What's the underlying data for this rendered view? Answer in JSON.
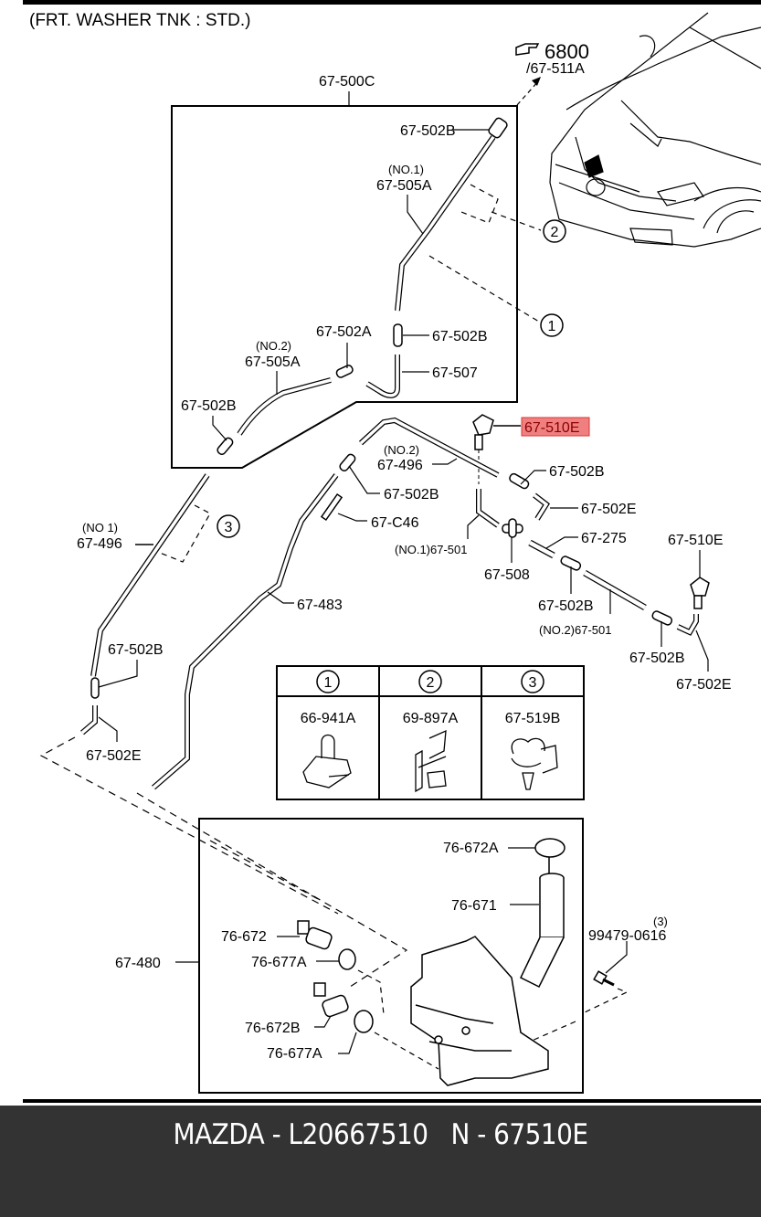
{
  "diagram": {
    "title": "(FRT. WASHER TNK : STD.)",
    "reference": {
      "arrow_label": "6800",
      "sub_label": "/67-511A"
    },
    "highlight_color": "#f08080",
    "parts": {
      "p_500c": "67-500C",
      "p_502b_top": "67-502B",
      "p_505a_no1_note": "(NO.1)",
      "p_505a_no1": "67-505A",
      "p_502a": "67-502A",
      "p_502b_mid": "67-502B",
      "p_505a_no2_note": "(NO.2)",
      "p_505a_no2": "67-505A",
      "p_507": "67-507",
      "p_502b_left": "67-502B",
      "p_510e_selected": "67-510E",
      "p_496_no2_note": "(NO.2)",
      "p_496_no2": "67-496",
      "p_502b_center": "67-502B",
      "p_502b_right": "67-502B",
      "p_502e_right": "67-502E",
      "p_c46": "67-C46",
      "p_501_no1": "(NO.1)67-501",
      "p_275": "67-275",
      "p_508": "67-508",
      "p_510e_right": "67-510E",
      "p_502b_lower": "67-502B",
      "p_501_no2": "(NO.2)67-501",
      "p_502b_far": "67-502B",
      "p_502e_far": "67-502E",
      "p_496_no1_note": "(NO 1)",
      "p_496_no1": "67-496",
      "p_483": "67-483",
      "p_502b_lowleft": "67-502B",
      "p_502e_lowleft": "67-502E",
      "p_672a": "76-672A",
      "p_671": "76-671",
      "p_672": "76-672",
      "p_677a_1": "76-677A",
      "p_672b": "76-672B",
      "p_677a_2": "76-677A",
      "p_480": "67-480",
      "p_bolt": "99479-0616",
      "p_bolt_qty": "(3)"
    },
    "callouts": {
      "c1": "1",
      "c2": "2",
      "c3": "3"
    },
    "legend_table": [
      {
        "number": "1",
        "part": "66-941A"
      },
      {
        "number": "2",
        "part": "69-897A"
      },
      {
        "number": "3",
        "part": "67-519B"
      }
    ]
  },
  "footer": {
    "text": "MAZDA - L20667510   N - 67510E"
  }
}
